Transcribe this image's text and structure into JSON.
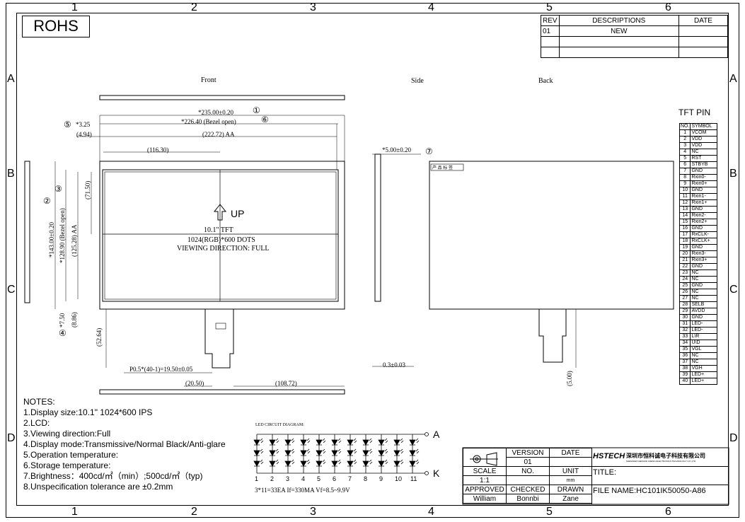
{
  "zones_top": [
    "1",
    "2",
    "3",
    "4",
    "5",
    "6"
  ],
  "zones_side": [
    "A",
    "B",
    "C",
    "D"
  ],
  "rohs": "ROHS",
  "rev_table": {
    "headers": [
      "REV",
      "DESCRIPTIONS",
      "DATE"
    ],
    "row": {
      "rev": "01",
      "desc": "NEW",
      "date": ""
    }
  },
  "views": {
    "front": "Front",
    "side": "Side",
    "back": "Back"
  },
  "dims": {
    "d235": "*235.00±0.20",
    "d226": "*226.40 (Bezel open)",
    "d222": "(222.72) AA",
    "d325": "*3.25",
    "d494": "(4.94)",
    "d11630": "(116.30)",
    "d7150": "(71.50)",
    "d143": "*143.00±0.20",
    "d12890": "*128.90 (Bezel open)",
    "d12528": "(125.28) AA",
    "d750": "*7.50",
    "d886": "(8.86)",
    "d5264": "(52.64)",
    "pitch": "P0.5*(40-1)=19.50±0.05",
    "d2050": "(20.50)",
    "d10872": "(108.72)",
    "d500": "*5.00±0.20",
    "d03": "0.3±0.03",
    "d5": "(5.00)"
  },
  "circled": {
    "c1": "①",
    "c2": "②",
    "c3": "③",
    "c4": "④",
    "c5": "⑤",
    "c6": "⑥",
    "c7": "⑦"
  },
  "center": {
    "up": "UP",
    "l1": "10.1\" TFT",
    "l2": "1024(RGB)*600 DOTS",
    "l3": "VIEWING DIRECTION: FULL"
  },
  "back_label": "产 品 标 签",
  "tft_pin": {
    "title": "TFT PIN",
    "headers": [
      "NO.",
      "SYMBOL"
    ],
    "symbols": [
      "VCOM",
      "VDD",
      "VDD",
      "NC",
      "RST",
      "STBYB",
      "GND",
      "Rxin0-",
      "Rxin0+",
      "GND",
      "Rxin1-",
      "Rxin1+",
      "GND",
      "Rxin2-",
      "Rxin2+",
      "GND",
      "RxCLK-",
      "RxCLK+",
      "GND",
      "Rxin3-",
      "Rxin3+",
      "GND",
      "NC",
      "NC",
      "GND",
      "NC",
      "NC",
      "SELB",
      "AVDD",
      "GND",
      "LED-",
      "LED-",
      "L\\R",
      "U\\D",
      "VGL",
      "NC",
      "NC",
      "VGH",
      "LED+",
      "LED+"
    ]
  },
  "notes": [
    "NOTES:",
    "1.Display size:10.1\" 1024*600 IPS",
    "2.LCD:",
    "3.Viewing direction:Full",
    "4.Display mode:Transmissive/Normal Black/Anti-glare",
    "5.Operation temperature:",
    "6.Storage temperature:",
    "7.Brightness：400cd/㎡（min）;500cd/㎡（typ)",
    "8.Unspecification tolerance are ±0.2mm"
  ],
  "led": {
    "title": "LED CIRCUIT DIAGRAM:",
    "anode": "A",
    "cathode": "K",
    "cols": [
      "1",
      "2",
      "3",
      "4",
      "5",
      "6",
      "7",
      "8",
      "9",
      "10",
      "11"
    ],
    "formula": "3*11=33EA   If=330MA   Vf=8.5~9.9V"
  },
  "title_block": {
    "version_label": "VERSION",
    "version": "01",
    "date_label": "DATE",
    "date": "",
    "scale_label": "SCALE",
    "scale": "1:1",
    "no_label": "NO.",
    "no": "",
    "unit_label": "UNIT",
    "unit": "mm",
    "approved_label": "APPROVED",
    "approved": "William",
    "checked_label": "CHECKED",
    "checked": "Bonnbi",
    "drawn_label": "DRAWN",
    "drawn": "Zane",
    "company": "深圳市恒科诚电子科技有限公司",
    "company_en": "SHENZHEN HENGKE CHENG ELECTRONICS TECHNOLOGY CO.,LTD.",
    "brand": "HSTECH",
    "title_label": "TITLE:",
    "file_name": "FILE NAME:HC101IK50050-A86"
  }
}
